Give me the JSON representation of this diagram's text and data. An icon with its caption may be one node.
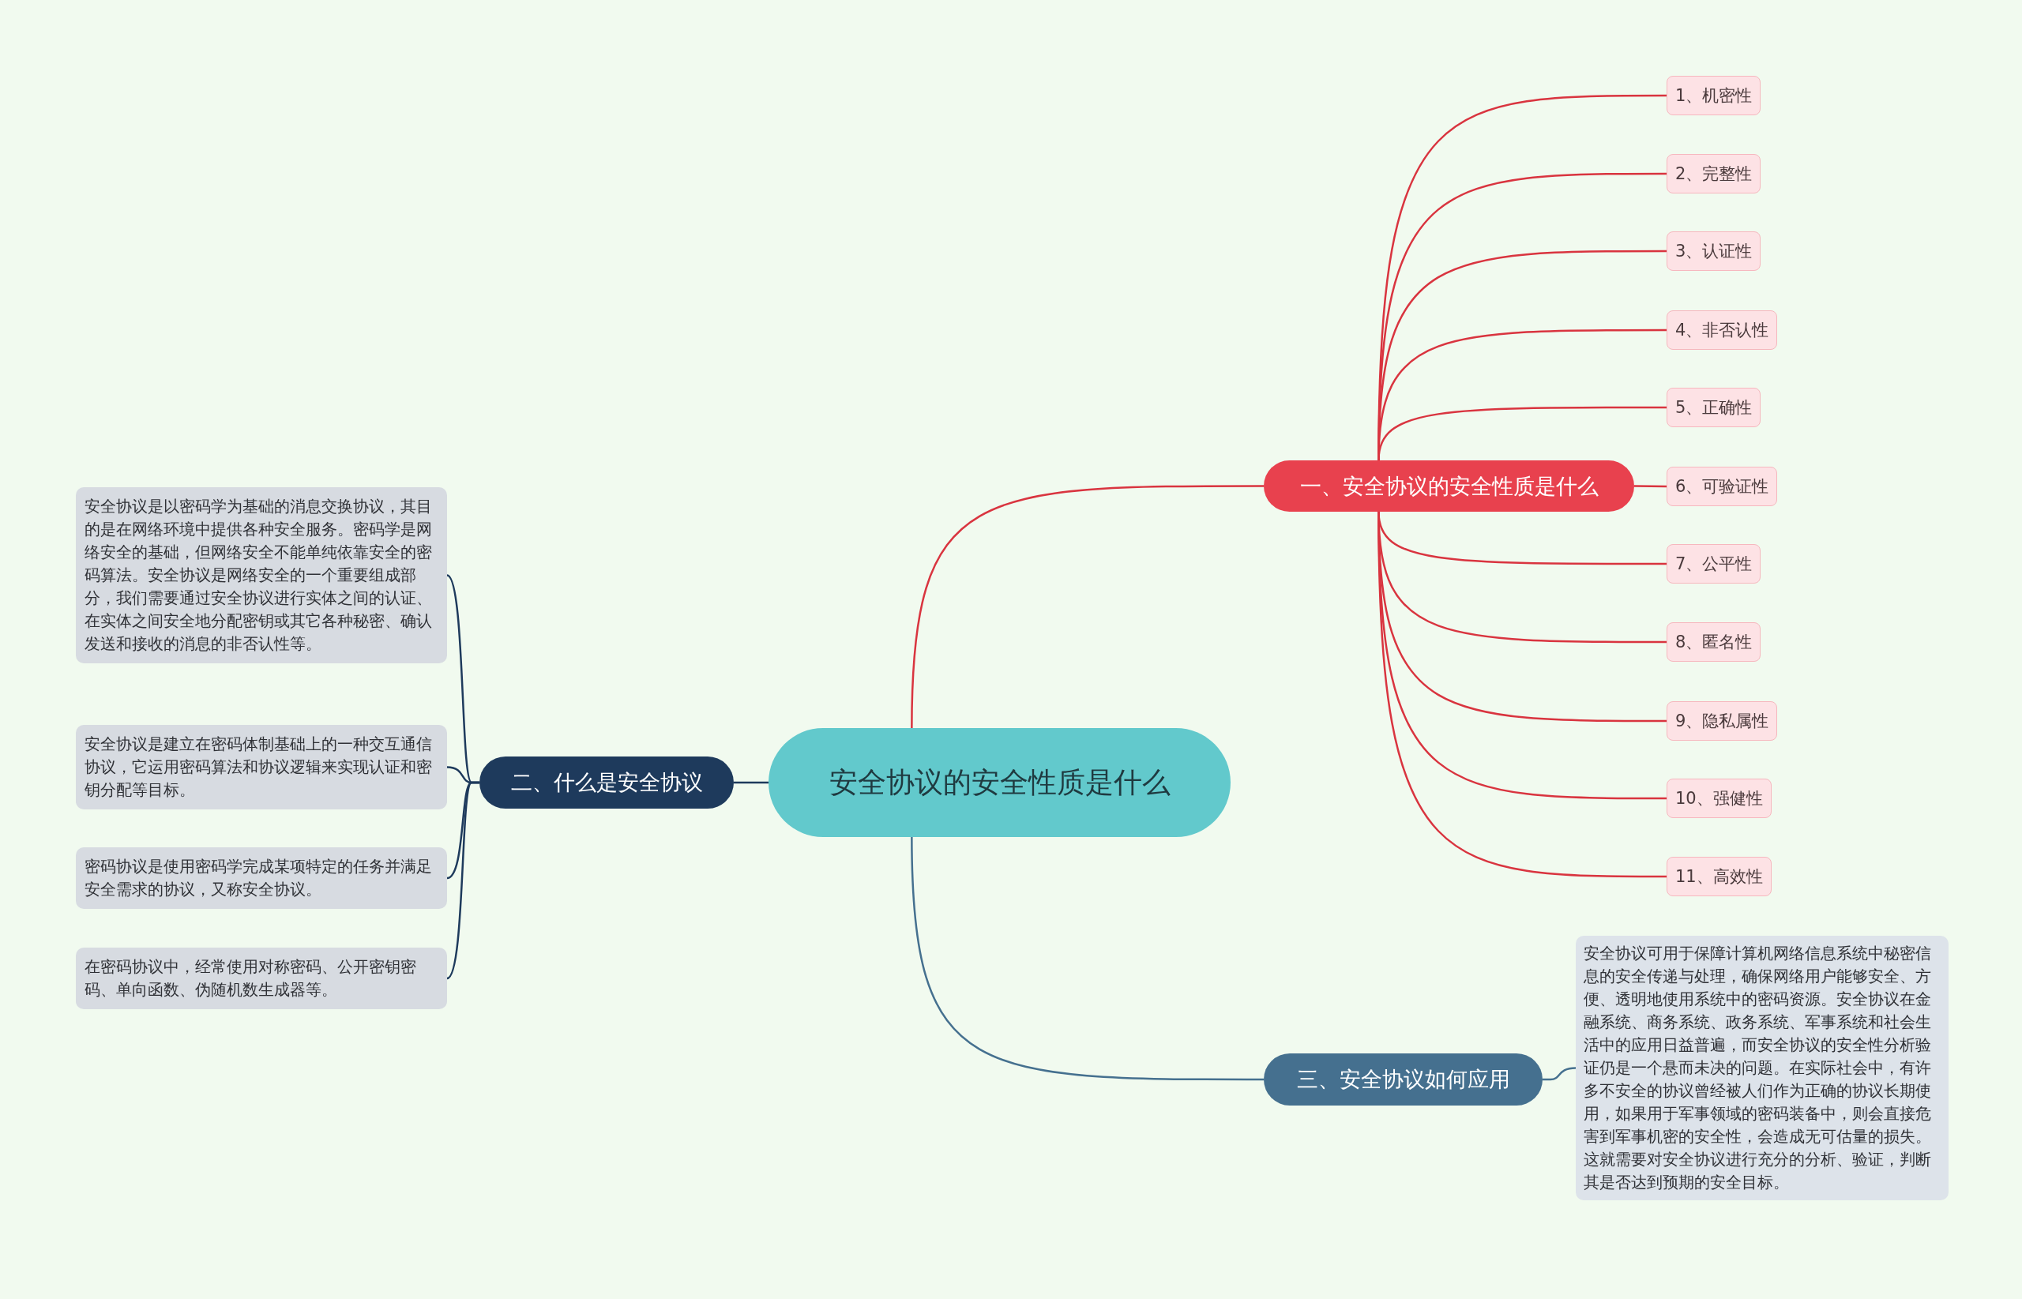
{
  "diagram": {
    "nodes": [
      {
        "text": [
          "安全协议的安全性质是什么"
        ]
      },
      {
        "text": [
          "一、安全协议的安全性质是什么"
        ]
      },
      {
        "text": [
          "1、机密性"
        ]
      },
      {
        "text": [
          "2、完整性"
        ]
      },
      {
        "text": [
          "3、认证性"
        ]
      },
      {
        "text": [
          "4、非否认性"
        ]
      },
      {
        "text": [
          "5、正确性"
        ]
      },
      {
        "text": [
          "6、可验证性"
        ]
      },
      {
        "text": [
          "7、公平性"
        ]
      },
      {
        "text": [
          "8、匿名性"
        ]
      },
      {
        "text": [
          "9、隐私属性"
        ]
      },
      {
        "text": [
          "10、强健性"
        ]
      },
      {
        "text": [
          "11、高效性"
        ]
      },
      {
        "text": [
          "二、什么是安全协议"
        ]
      },
      {
        "text": [
          "安全协议是以密码学为基础的消息交换协议，其目的是在网络环境中提供各种安全服务。密码学是网络安全的基础，但网络安全不能单纯依靠安全的密码算法。安全协议是网络安全的一个重要组成部分，我们需要通过安全协议进行实体之间的认证、在实体之间安全地分配密钥或其它各种秘密、确认发送和接收的消息的非否认性等。"
        ]
      },
      {
        "text": [
          "安全协议是建立在密码体制基础上的一种交互通信协议，它运用密码算法和协议逻辑来实现认证和密钥分配等目标。"
        ]
      },
      {
        "text": [
          "密码协议是使用密码学完成某项特定的任务并满足安全需求的协议，又称安全协议。"
        ]
      },
      {
        "text": [
          "在密码协议中，经常使用对称密码、公开密钥密码、单向函数、伪随机数生成器等。"
        ]
      },
      {
        "text": [
          "三、安全协议如何应用"
        ]
      },
      {
        "text": [
          "安全协议可用于保障计算机网络信息系统中秘密信息的安全传递与处理，确保网络用户能够安全、方便、透明地使用系统中的密码资源。安全协议在金融系统、商务系统、政务系统、军事系统和社会生活中的应用日益普遍，而安全协议的安全性分析验证仍是一个悬而未决的问题。在实际社会中，有许多不安全的协议曾经被人们作为正确的协议长期使用，如果用于军事领域的密码装备中，则会直接危害到军事机密的安全性，会造成无可估量的损失。这就需要对安全协议进行充分的分析、验证，判断其是否达到预期的安全目标。"
        ]
      }
    ],
    "edges": [
      {
        "from": 0,
        "to": 1,
        "arrow": "none"
      },
      {
        "from": 1,
        "to": 2,
        "arrow": "none"
      },
      {
        "from": 1,
        "to": 3,
        "arrow": "none"
      },
      {
        "from": 1,
        "to": 4,
        "arrow": "none"
      },
      {
        "from": 1,
        "to": 5,
        "arrow": "none"
      },
      {
        "from": 1,
        "to": 6,
        "arrow": "none"
      },
      {
        "from": 1,
        "to": 7,
        "arrow": "none"
      },
      {
        "from": 1,
        "to": 8,
        "arrow": "none"
      },
      {
        "from": 1,
        "to": 9,
        "arrow": "none"
      },
      {
        "from": 1,
        "to": 10,
        "arrow": "none"
      },
      {
        "from": 1,
        "to": 11,
        "arrow": "none"
      },
      {
        "from": 1,
        "to": 12,
        "arrow": "none"
      },
      {
        "from": 0,
        "to": 13,
        "arrow": "none",
        "color": "#1e3a5c"
      },
      {
        "from": 13,
        "to": 14,
        "arrow": "none",
        "color": "#1e3a5c"
      },
      {
        "from": 13,
        "to": 15,
        "arrow": "none",
        "color": "#1e3a5c"
      },
      {
        "from": 13,
        "to": 16,
        "arrow": "none",
        "color": "#1e3a5c"
      },
      {
        "from": 13,
        "to": 17,
        "arrow": "none",
        "color": "#1e3a5c"
      },
      {
        "from": 0,
        "to": 18,
        "arrow": "none",
        "color": "#45708f"
      },
      {
        "from": 18,
        "to": 19,
        "arrow": "none",
        "color": "#45708f"
      }
    ]
  }
}
